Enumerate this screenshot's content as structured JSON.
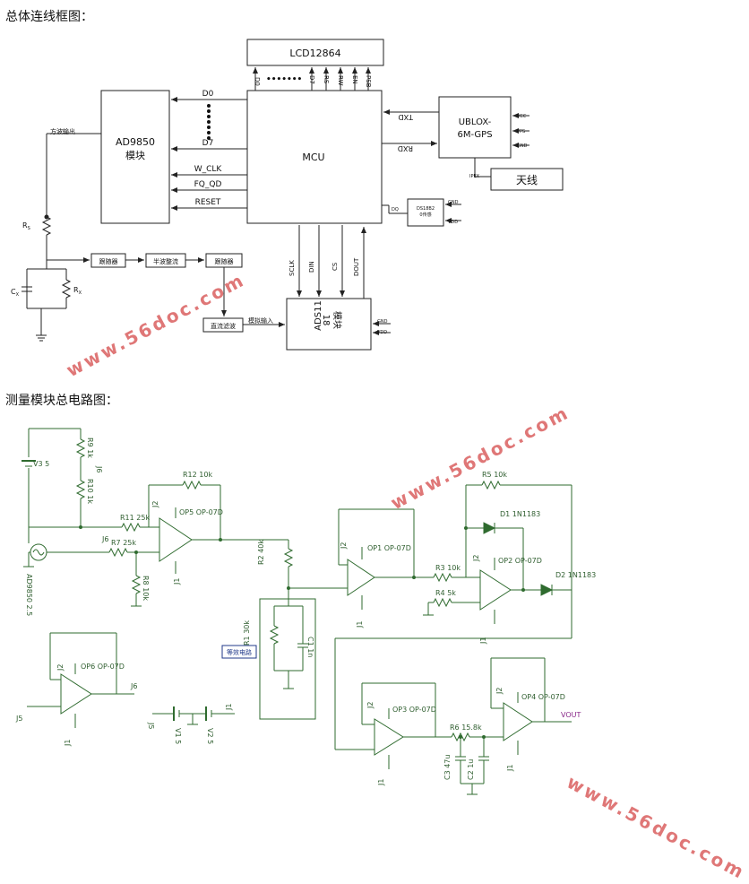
{
  "headings": {
    "top": "总体连线框图：",
    "bottom": "测量模块总电路图："
  },
  "block": {
    "lcd": "LCD12864",
    "lcd_pins": [
      "D0",
      "•••••••",
      "D7",
      "RS",
      "RW",
      "EN",
      "PSB"
    ],
    "mcu": "MCU",
    "ad9850_line1": "AD9850",
    "ad9850_line2": "模块",
    "d0": "D0",
    "d7": "D7",
    "wclk": "W_CLK",
    "fqud": "FQ_QD",
    "reset": "RESET",
    "sine_out": "方波输出",
    "gps_line1": "UBLOX-",
    "gps_line2": "6M-GPS",
    "txd": "TXD",
    "rxd": "RXD",
    "gps_vcc": "VCC",
    "gps_pps": "PPS",
    "gps_gnd": "GND",
    "gps_ipex": "IPEX",
    "antenna": "天线",
    "ds18b20_line1": "DS18B2",
    "ds18b20_line2": "0传感",
    "dq": "DQ",
    "ds_gnd": "GND",
    "ds_vdd": "VDD",
    "sclk": "SCLK",
    "din": "DIN",
    "cs": "CS",
    "dout": "DOUT",
    "ads_line1": "ADS11",
    "ads_line2": "18",
    "ads_line3": "模块",
    "ads_gnd": "GND",
    "ads_vdd": "VDD",
    "analog_in": "模拟输入",
    "rs": "R",
    "rs_sub": "S",
    "rx": "R",
    "rx_sub": "X",
    "cx": "C",
    "cx_sub": "X",
    "box1": "跟随器",
    "box2": "半波整流",
    "box3": "跟随器",
    "box4": "直流滤波"
  },
  "circuit": {
    "v3": "V3 5",
    "r9": "R9 1k",
    "r10": "R10 1k",
    "j6a": "J6",
    "ad9850_src": "AD9850 2.5",
    "r11": "R11 25k",
    "r7": "R7 25k",
    "j6b": "J6",
    "r8": "R8 10k",
    "r12": "R12 10k",
    "op5": "OP5 OP-07D",
    "j2": "J2",
    "j1": "J1",
    "r2": "R2 40k",
    "r1": "R1 30k",
    "c1": "C1 1n",
    "equiv": "等效电路",
    "op1": "OP1 OP-07D",
    "r3": "R3 10k",
    "r4": "R4 5k",
    "op2": "OP2 OP-07D",
    "r5": "R5 10k",
    "d1": "D1 1N1183",
    "d2": "D2 1N1183",
    "op6": "OP6 OP-07D",
    "j6c": "J6",
    "j5": "J5",
    "j5b": "J5",
    "v1": "V1 5",
    "v2": "V2 5",
    "j1b": "J1",
    "op3": "OP3 OP-07D",
    "r6": "R6 15.8k",
    "c3": "C3 47u",
    "c2": "C2 1u",
    "op4": "OP4 OP-07D",
    "vout": "VOUT"
  },
  "watermarks": [
    "www.56doc.com",
    "www.56doc.com",
    "www.56doc.com"
  ]
}
